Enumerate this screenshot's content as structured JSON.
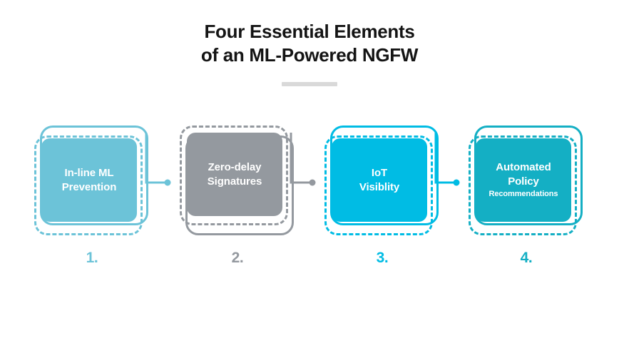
{
  "header": {
    "title_line1": "Four Essential Elements",
    "title_line2": "of an ML-Powered NGFW",
    "divider_color": "#d9d9d9",
    "title_color": "#141414"
  },
  "cards": [
    {
      "number": "1.",
      "title": "In-line ML",
      "title2": "Prevention",
      "subtitle": "",
      "fill_color": "#6cc3d8",
      "outline_color": "#6cc3d8",
      "frame_style": "top"
    },
    {
      "number": "2.",
      "title": "Zero-delay",
      "title2": "Signatures",
      "subtitle": "",
      "fill_color": "#94999f",
      "outline_color": "#94999f",
      "frame_style": "bottom"
    },
    {
      "number": "3.",
      "title": "IoT",
      "title2": "Visiblity",
      "subtitle": "",
      "fill_color": "#00bce4",
      "outline_color": "#00bce4",
      "frame_style": "top"
    },
    {
      "number": "4.",
      "title": "Automated",
      "title2": "Policy",
      "subtitle": "Recommendations",
      "fill_color": "#14afc4",
      "outline_color": "#14afc4",
      "frame_style": "top"
    }
  ],
  "connectors": [
    {
      "color": "#6cc3d8",
      "from": "card-1",
      "to": "card-2"
    },
    {
      "color": "#94999f",
      "from": "card-2",
      "to": "card-3"
    },
    {
      "color": "#00bce4",
      "from": "card-3",
      "to": "card-4"
    }
  ]
}
